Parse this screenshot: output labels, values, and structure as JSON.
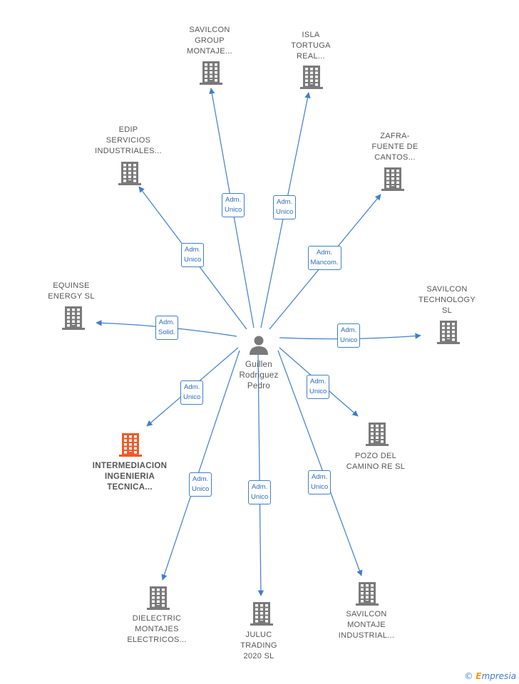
{
  "colors": {
    "edge": "#3f7fc8",
    "company": "#7a7a7a",
    "highlight": "#f05a28",
    "person": "#7a7a7a"
  },
  "center": {
    "name": "Guillen\nRodriguez\nPedro",
    "icon": "person-icon"
  },
  "nodes": [
    {
      "id": "savilcon-group",
      "name": "SAVILCON\nGROUP\nMONTAJE...",
      "relation": "Adm.\nUnico",
      "highlight": false
    },
    {
      "id": "isla-tortuga",
      "name": "ISLA\nTORTUGA\nREAL...",
      "relation": "Adm.\nUnico",
      "highlight": false
    },
    {
      "id": "edip",
      "name": "EDIP\nSERVICIOS\nINDUSTRIALES...",
      "relation": "Adm.\nUnico",
      "highlight": false
    },
    {
      "id": "zafra",
      "name": "ZAFRA-\nFUENTE DE\nCANTOS...",
      "relation": "Adm.\nMancom.",
      "highlight": false
    },
    {
      "id": "equinse",
      "name": "EQUINSE\nENERGY  SL",
      "relation": "Adm.\nSolid.",
      "highlight": false
    },
    {
      "id": "savilcon-tech",
      "name": "SAVILCON\nTECHNOLOGY\nSL",
      "relation": "Adm.\nUnico",
      "highlight": false
    },
    {
      "id": "intermediacion",
      "name": "INTERMEDIACION\nINGENIERIA\nTECNICA...",
      "relation": "Adm.\nUnico",
      "highlight": true
    },
    {
      "id": "pozo",
      "name": "POZO DEL\nCAMINO RE  SL",
      "relation": "Adm.\nUnico",
      "highlight": false
    },
    {
      "id": "dielectric",
      "name": "DIELECTRIC\nMONTAJES\nELECTRICOS...",
      "relation": "Adm.\nUnico",
      "highlight": false
    },
    {
      "id": "juluc",
      "name": "JULUC\nTRADING\n2020  SL",
      "relation": "Adm.\nUnico",
      "highlight": false
    },
    {
      "id": "savilcon-montaje",
      "name": "SAVILCON\nMONTAJE\nINDUSTRIAL...",
      "relation": "Adm.\nUnico",
      "highlight": false
    }
  ],
  "footer": {
    "copyright": "©",
    "brand_first": "E",
    "brand_rest": "mpresia"
  }
}
